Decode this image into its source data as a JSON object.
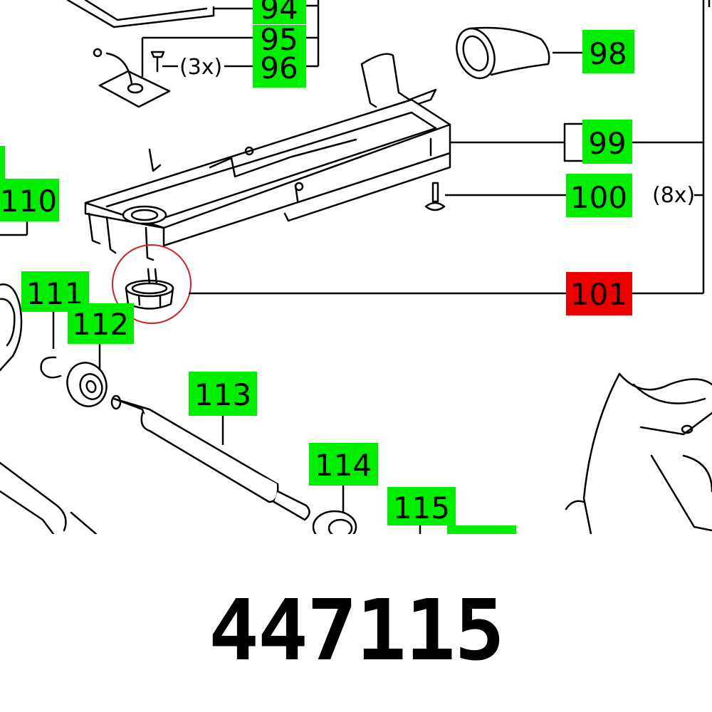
{
  "colors": {
    "callout": "#00ee00",
    "highlight": "#ee0000",
    "line": "#000000",
    "background": "#ffffff"
  },
  "callouts": {
    "c94": "94",
    "c95": "95",
    "c96": "96",
    "c98": "98",
    "c99": "99",
    "c100": "100",
    "c101": "101",
    "c110": "110",
    "c111": "111",
    "c112": "112",
    "c113": "113",
    "c114": "114",
    "c115": "115"
  },
  "notes": {
    "qty_3x": "(3x)",
    "qty_8x": "(8x)"
  },
  "highlighted_part": "101",
  "part_number": "447115"
}
